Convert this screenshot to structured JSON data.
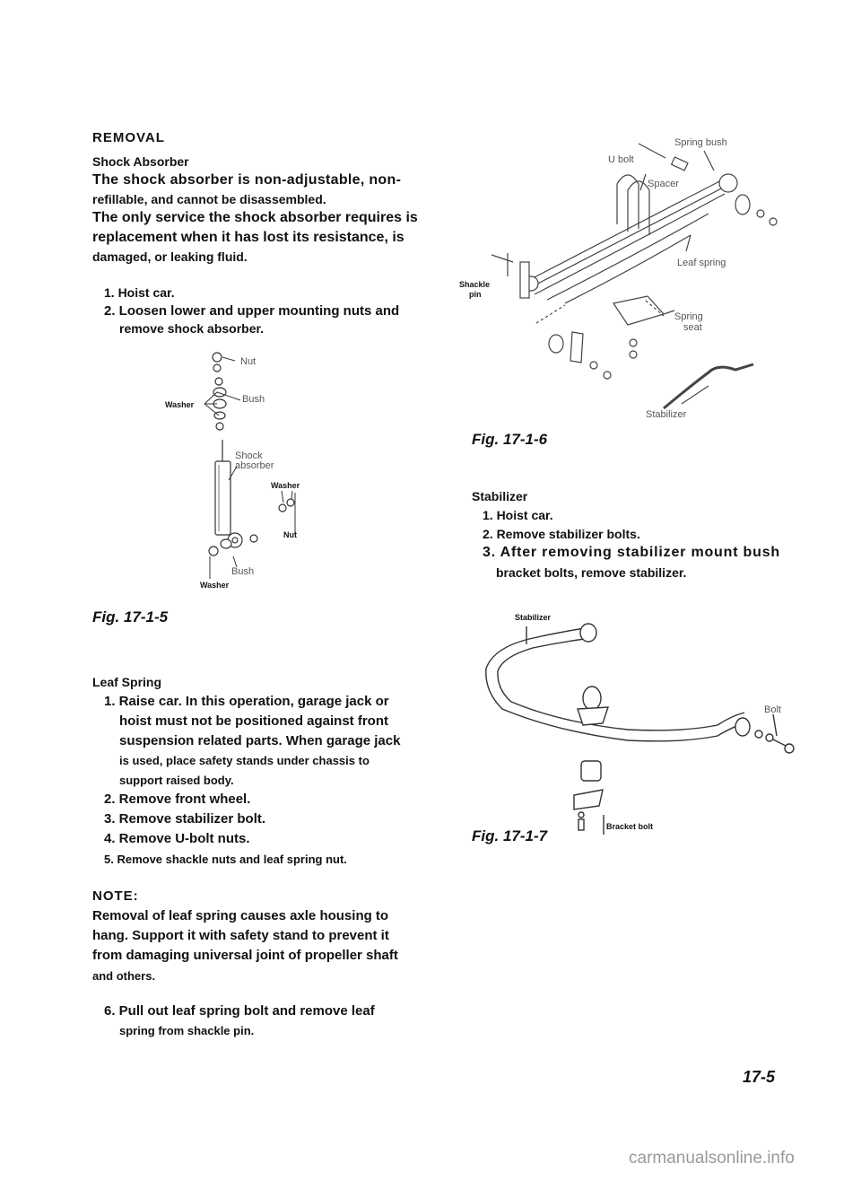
{
  "left": {
    "heading": "REMOVAL",
    "shock_subhead": "Shock Absorber",
    "shock_p1_l1": "The shock absorber is non-adjustable, non-",
    "shock_p1_l2": "refillable, and cannot be disassembled.",
    "shock_p2_l1": "The only service the shock absorber requires is",
    "shock_p2_l2": "replacement when it has lost its resistance, is",
    "shock_p2_l3": "damaged, or leaking fluid.",
    "shock_step1": "1. Hoist car.",
    "shock_step2_l1": "2. Loosen lower and upper mounting nuts and",
    "shock_step2_l2": "remove shock absorber.",
    "fig5_caption": "Fig. 17-1-5",
    "leaf_subhead": "Leaf Spring",
    "leaf_step1_l1": "1. Raise car. In this operation, garage jack or",
    "leaf_step1_l2": "hoist must not be positioned against front",
    "leaf_step1_l3": "suspension related parts. When garage jack",
    "leaf_step1_l4": "is used, place safety stands under chassis to",
    "leaf_step1_l5": "support raised body.",
    "leaf_step2": "2. Remove front wheel.",
    "leaf_step3": "3. Remove stabilizer bolt.",
    "leaf_step4": "4. Remove U-bolt nuts.",
    "leaf_step5": "5. Remove shackle nuts and leaf spring nut.",
    "note_head": "NOTE:",
    "note_l1": "Removal of leaf spring causes axle housing to",
    "note_l2": "hang. Support it with safety stand to prevent it",
    "note_l3": "from damaging universal joint of propeller shaft",
    "note_l4": "and others.",
    "leaf_step6_l1": "6. Pull out leaf spring bolt and remove leaf",
    "leaf_step6_l2": "spring from shackle pin."
  },
  "fig5_labels": {
    "nut_top": "Nut",
    "bush_top": "Bush",
    "washer_top": "Washer",
    "shock": "Shock",
    "absorber": "absorber",
    "washer_mid": "Washer",
    "nut_mid": "Nut",
    "bush_bottom": "Bush",
    "washer_bottom": "Washer"
  },
  "fig6_labels": {
    "spring_bush": "Spring bush",
    "u_bolt": "U bolt",
    "spacer": "Spacer",
    "leaf_spring": "Leaf spring",
    "shackle": "Shackle",
    "pin": "pin",
    "spring": "Spring",
    "seat": "seat",
    "stabilizer": "Stabilizer"
  },
  "right": {
    "fig6_caption": "Fig. 17-1-6",
    "stab_subhead": "Stabilizer",
    "stab_step1": "1. Hoist car.",
    "stab_step2": "2. Remove stabilizer bolts.",
    "stab_step3_l1": "3. After removing stabilizer mount bush",
    "stab_step3_l2": "bracket bolts, remove stabilizer.",
    "fig7_caption": "Fig. 17-1-7"
  },
  "fig7_labels": {
    "stabilizer": "Stabilizer",
    "bolt": "Bolt",
    "bracket_bolt": "Bracket bolt"
  },
  "footer": {
    "page_number": "17-5",
    "watermark": "carmanualsonline.info"
  }
}
